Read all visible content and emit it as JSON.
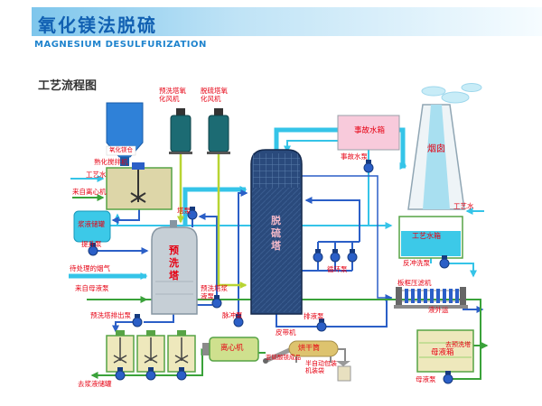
{
  "header": {
    "title": "氧化镁法脱硫",
    "subtitle": "MAGNESIUM DESULFURIZATION",
    "section": "工艺流程图"
  },
  "colors": {
    "title_blue": "#1160b2",
    "label_red": "#e60012",
    "water_cyan": "#35c4e8",
    "slurry_blue": "#2b5fc7",
    "liquor_green": "#3aa23a",
    "air_yellow_green": "#b8d432",
    "tank_pink": "#f8cadb",
    "tower_navy": "#2a4a7c"
  },
  "labels": {
    "mgo_silo": "氧化镁仓",
    "prewash_fan": "预洗塔氧\n化风机",
    "desulf_fan": "脱硫塔氧\n化风机",
    "accident_tank": "事故水箱",
    "accident_pump": "事故水泵",
    "chimney": "烟囱",
    "process_water_left": "工艺水",
    "from_centrifuge": "来自离心机",
    "slaking_mixer": "熟化搅拌机",
    "tower_pump": "塔泵",
    "slurry_tank": "浆液储罐",
    "lift_pump": "提升泵",
    "prewash_tower": "预\n洗\n塔",
    "desulf_tower": "脱\n硫\n塔",
    "raw_gas": "待处理的烟气",
    "from_mother_pump": "来自母液泵",
    "prewash_discharge_pump": "预洗塔排出泵",
    "prewash_slurry_pump": "预洗塔浆\n液泵",
    "pulse_pump": "脉冲泵",
    "circulation_pump": "循环泵",
    "drain_pump": "排液泵",
    "process_water_right": "工艺水",
    "process_water_tank": "工艺水箱",
    "backwash_pump": "反冲洗泵",
    "filter_press": "板框压滤机",
    "filtrate_out": "液外运",
    "centrifuge": "离心机",
    "belt_conveyor": "皮带机",
    "drying_drum": "烘干筒",
    "product": "亚硫酸镁成品",
    "packing": "半自动包装\n机装袋",
    "mother_tank": "母液箱",
    "to_prewash": "去预洗塔",
    "mother_pump": "母液泵",
    "to_slurry_tank": "去浆液储罐"
  }
}
